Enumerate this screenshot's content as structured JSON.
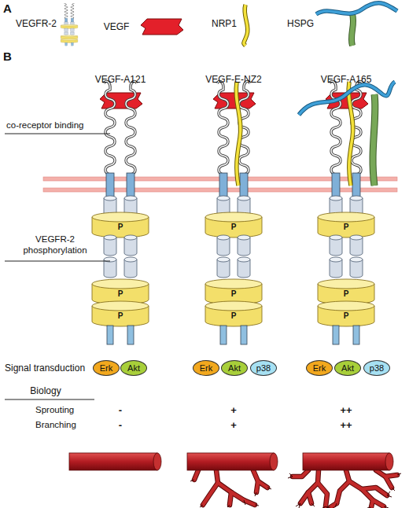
{
  "diagram": {
    "nodes": [
      {
        "text": [
          "Erk"
        ]
      },
      {
        "text": [
          "Akt"
        ]
      },
      {
        "text": [
          "Erk"
        ]
      },
      {
        "text": [
          "Akt"
        ]
      },
      {
        "text": [
          "p38"
        ]
      },
      {
        "text": [
          "Erk"
        ]
      },
      {
        "text": [
          "Akt"
        ]
      },
      {
        "text": [
          "p38"
        ]
      }
    ],
    "labels": [
      "A",
      "B",
      "VEGF-A121",
      "VEGF-E-NZ2",
      "VEGF-A165",
      "co-receptor binding",
      "VEGFR-2 phosphorylation",
      "P",
      "P",
      "P",
      "P",
      "P",
      "P",
      "P",
      "P",
      "P",
      "Signal transduction",
      "Biology",
      "Sprouting",
      "-",
      "+",
      "++",
      "Branching",
      "-",
      "+",
      "++"
    ],
    "legend": [
      {
        "text": "VEGFR-2"
      },
      {
        "text": "VEGF"
      },
      {
        "text": "NRP1"
      },
      {
        "text": "HSPG"
      }
    ]
  }
}
